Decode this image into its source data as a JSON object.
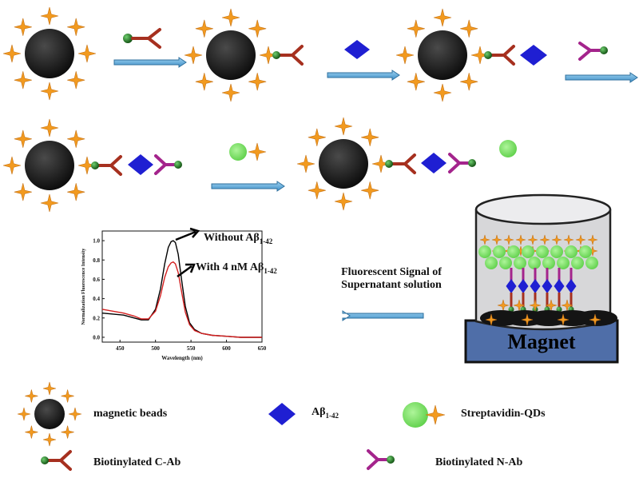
{
  "caption": {
    "line1": "Fluorescent Signal of",
    "line2": "Supernatant solution"
  },
  "magnet_label": "Magnet",
  "legend": {
    "magnetic_beads": "magnetic beads",
    "abeta_prefix": "Aβ",
    "abeta_sub": "1-42",
    "qds": "Streptavidin-QDs",
    "c_ab": "Biotinylated C-Ab",
    "n_ab": "Biotinylated N-Ab"
  },
  "chart_data": {
    "type": "line",
    "title": "",
    "xlabel": "Wavelength (nm)",
    "ylabel": "Normalization Fluorescence Intensity",
    "xlim": [
      425,
      650
    ],
    "ylim": [
      -0.05,
      1.1
    ],
    "xticks": [
      "450",
      "500",
      "550",
      "600",
      "650"
    ],
    "yticks": [
      "0.0",
      "0.2",
      "0.4",
      "0.6",
      "0.8",
      "1.0"
    ],
    "series": [
      {
        "annotation_prefix": "Without Aβ",
        "annotation_sub": "1-42",
        "color": "#000000",
        "x": [
          425,
          440,
          455,
          470,
          480,
          490,
          500,
          507,
          513,
          518,
          522,
          525,
          528,
          532,
          537,
          542,
          548,
          555,
          565,
          580,
          600,
          620,
          650
        ],
        "y": [
          0.25,
          0.24,
          0.23,
          0.2,
          0.18,
          0.18,
          0.29,
          0.5,
          0.76,
          0.93,
          0.99,
          1.0,
          0.98,
          0.86,
          0.58,
          0.32,
          0.15,
          0.08,
          0.04,
          0.02,
          0.01,
          0.0,
          0.0
        ]
      },
      {
        "annotation_prefix": "With 4 nM Aβ",
        "annotation_sub": "1-42",
        "color": "#d42020",
        "x": [
          425,
          440,
          455,
          470,
          480,
          490,
          500,
          507,
          513,
          518,
          522,
          525,
          528,
          532,
          537,
          542,
          548,
          555,
          565,
          580,
          600,
          620,
          650
        ],
        "y": [
          0.29,
          0.27,
          0.25,
          0.22,
          0.19,
          0.19,
          0.27,
          0.43,
          0.62,
          0.73,
          0.77,
          0.78,
          0.76,
          0.67,
          0.46,
          0.26,
          0.13,
          0.07,
          0.04,
          0.02,
          0.01,
          0.0,
          0.0
        ]
      }
    ],
    "grid": false,
    "legend": "annotations"
  },
  "colors": {
    "bead": "#1c1c1c",
    "star": "#f29a1f",
    "cab": "#a6301f",
    "nab": "#a4248c",
    "biotin": "#1e6d1e",
    "abeta": "#1f1fd2",
    "qd": "#7fe55f",
    "arrow": "#5fa8d6",
    "magnet": "#4a6aa4"
  },
  "icons": [
    "magnetic-bead-icon",
    "antibody-c-icon",
    "antibody-n-icon",
    "abeta-diamond-icon",
    "quantum-dot-icon",
    "process-arrow-icon",
    "magnet-container-icon"
  ]
}
